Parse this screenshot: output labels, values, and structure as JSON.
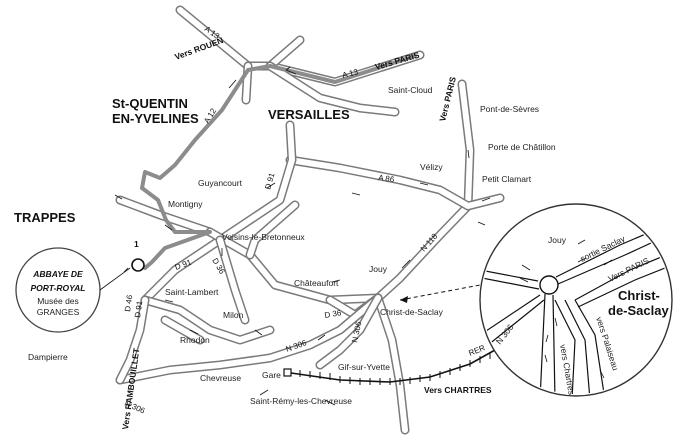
{
  "cities": {
    "st_quentin": [
      "St-QUENTIN",
      "EN-YVELINES"
    ],
    "versailles": "VERSAILLES",
    "trappes": "TRAPPES"
  },
  "places": {
    "saint_cloud": "Saint-Cloud",
    "pont_de_sevres": "Pont-de-Sèvres",
    "porte_de_chatillon": "Porte de Châtillon",
    "petit_clamart": "Petit Clamart",
    "velizy": "Vélizy",
    "guyancourt": "Guyancourt",
    "montigny": "Montigny",
    "voisins": "Voisins-le-Bretonneux",
    "saint_lambert": "Saint-Lambert",
    "chateaufort": "Châteaufort",
    "jouy": "Jouy",
    "christ_de_saclay": "Christ-de-Saclay",
    "milon": "Milon",
    "rhodon": "Rhodon",
    "dampierre": "Dampierre",
    "chevreuse": "Chevreuse",
    "gif": "Gif-sur-Yvette",
    "gare": "Gare",
    "saint_remy": "Saint-Rémy-les-Chevreuse"
  },
  "directions": {
    "vers_rouen": "Vers ROUEN",
    "vers_paris_top": "Vers PARIS",
    "vers_paris_right": "Vers PARIS",
    "vers_chartres": "Vers CHARTRES",
    "vers_rambouillet": "Vers RAMBOUILLET"
  },
  "roads": {
    "a13_top": "A 13",
    "a13_east": "A 13",
    "a12": "A 12",
    "a86": "A 86",
    "d91_north": "D 91",
    "d91_mid": "D 91",
    "d91_west": "D 91",
    "d36_mid": "D 36",
    "d36_south": "D 36",
    "d46": "D 46",
    "n118": "N 118",
    "n306_east": "N 306",
    "n306_south": "N 306",
    "n306_west": "N 306",
    "rer": "RER"
  },
  "abbey": {
    "title_1": "ABBAYE DE",
    "title_2": "PORT-ROYAL",
    "subtitle_1": "Musée des",
    "subtitle_2": "GRANGES",
    "marker": "1"
  },
  "inset": {
    "title_1": "Christ-",
    "title_2": "de-Saclay",
    "jouy": "Jouy",
    "sortie_saclay": "sortie Saclay",
    "vers_paris": "Vers PARIS",
    "n306": "N 306",
    "vers_chartres": "vers Chartres",
    "vers_palaiseau": "vers Palaiseau"
  }
}
